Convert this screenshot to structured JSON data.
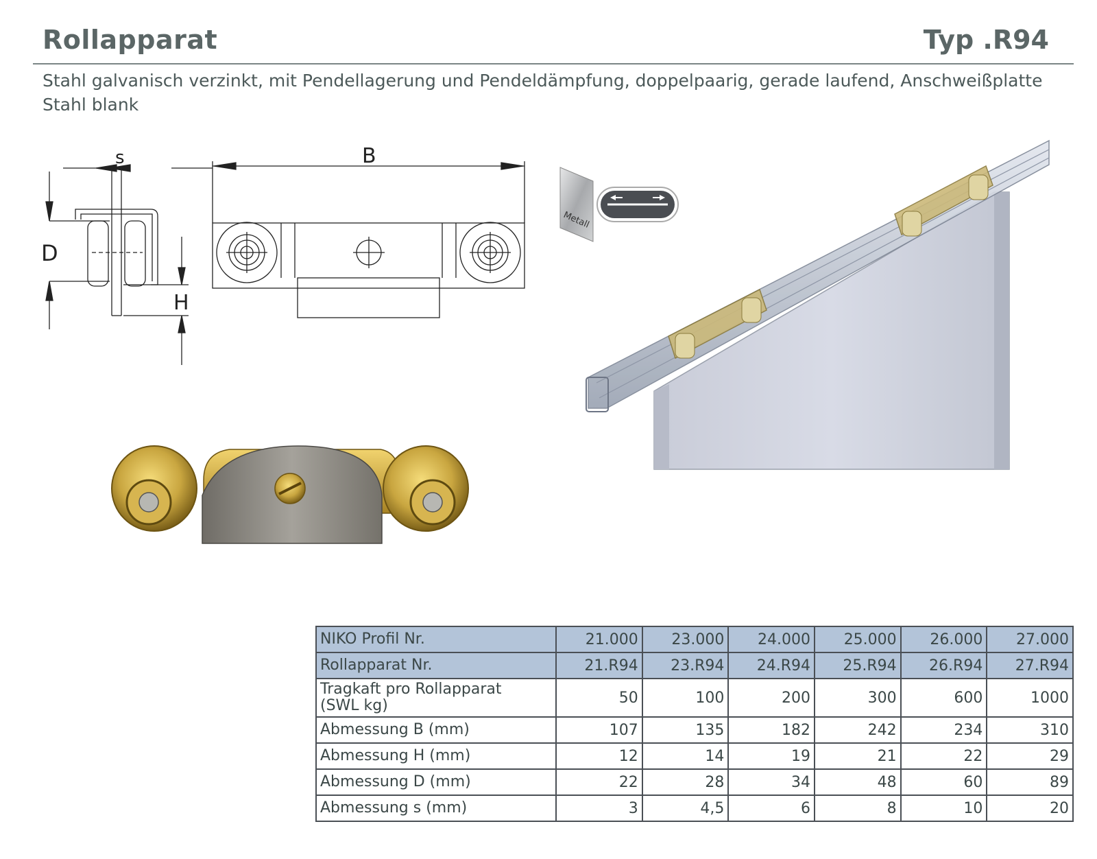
{
  "header": {
    "title": "Rollapparat",
    "type": "Typ .R94"
  },
  "description": "Stahl galvanisch verzinkt, mit Pendellagerung und Pendeldämpfung, doppelpaarig, gerade laufend, Anschweißplatte Stahl blank",
  "drawing_labels": {
    "s": "s",
    "b": "B",
    "d": "D",
    "h": "H"
  },
  "material_badge": "Metall",
  "colors": {
    "title": "#5b6666",
    "table_header_bg": "#b3c4d9",
    "brass": "#c9a640",
    "steel": "#8a8a86",
    "rail": "#c5cbd6"
  },
  "table": {
    "rows": [
      {
        "label": "NIKO Profil Nr.",
        "values": [
          "21.000",
          "23.000",
          "24.000",
          "25.000",
          "26.000",
          "27.000"
        ],
        "highlight": true
      },
      {
        "label": "Rollapparat Nr.",
        "values": [
          "21.R94",
          "23.R94",
          "24.R94",
          "25.R94",
          "26.R94",
          "27.R94"
        ],
        "highlight": true
      },
      {
        "label": "Tragkaft pro Rollapparat",
        "label2": "(SWL kg)",
        "values": [
          "50",
          "100",
          "200",
          "300",
          "600",
          "1000"
        ],
        "highlight": false
      },
      {
        "label": "Abmessung B (mm)",
        "values": [
          "107",
          "135",
          "182",
          "242",
          "234",
          "310"
        ],
        "highlight": false
      },
      {
        "label": "Abmessung H (mm)",
        "values": [
          "12",
          "14",
          "19",
          "21",
          "22",
          "29"
        ],
        "highlight": false
      },
      {
        "label": "Abmessung D (mm)",
        "values": [
          "22",
          "28",
          "34",
          "48",
          "60",
          "89"
        ],
        "highlight": false
      },
      {
        "label": "Abmessung s (mm)",
        "values": [
          "3",
          "4,5",
          "6",
          "8",
          "10",
          "20"
        ],
        "highlight": false
      }
    ]
  }
}
